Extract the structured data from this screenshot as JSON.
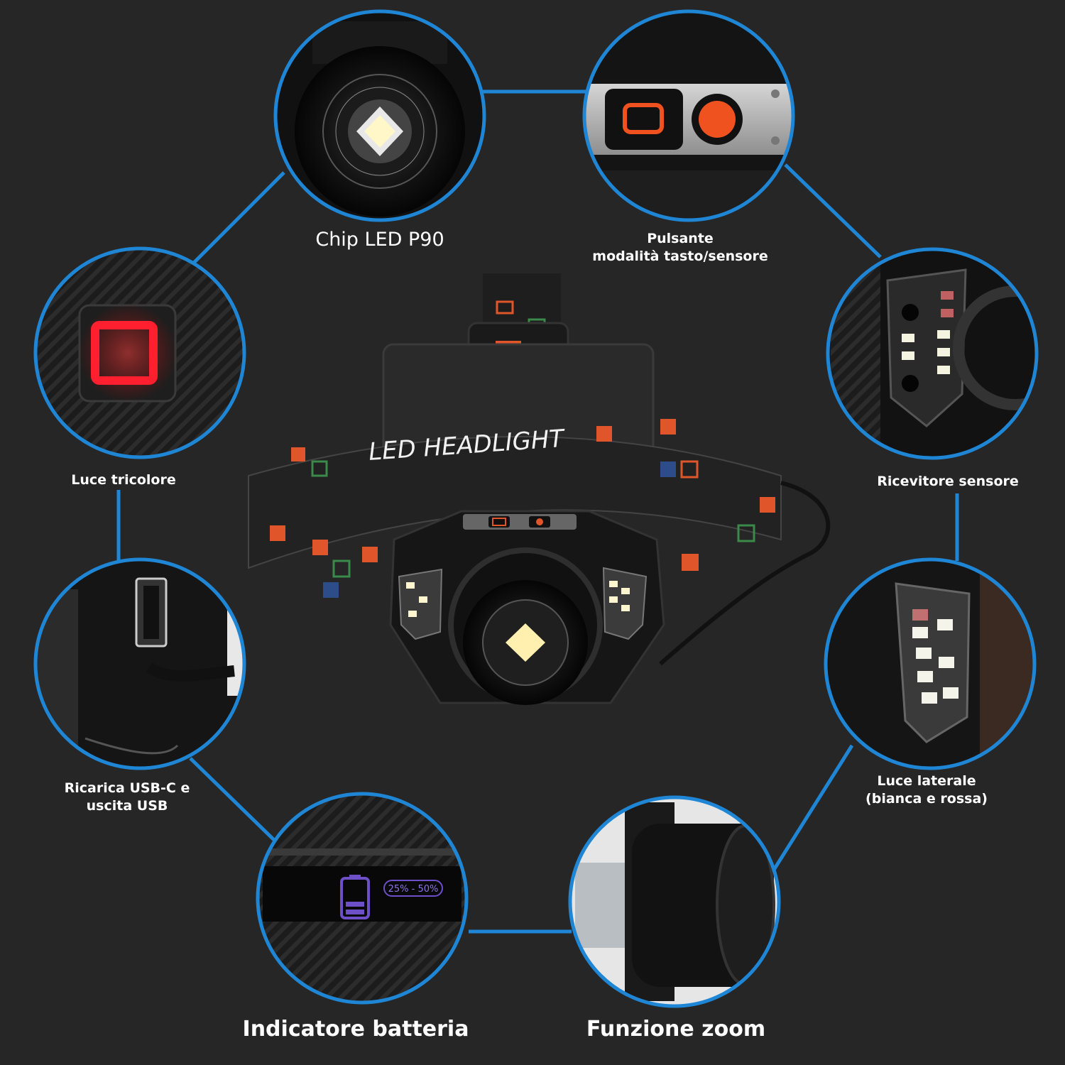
{
  "colors": {
    "background": "#262626",
    "ring": "#1f86d6",
    "connector": "#1f86d6",
    "strap_orange": "#e0552a",
    "red_ring": "#ff1f2e",
    "battery_purple": "#6d4fc7",
    "led_white": "#fff6d0"
  },
  "strap_print": "LED HEADLIGHT",
  "battery_range": "25% - 50%",
  "features": [
    {
      "id": "led-chip",
      "label": "Chip LED P90",
      "icon": "led-lens-icon"
    },
    {
      "id": "mode-button",
      "label_line1": "Pulsante",
      "label_line2": "modalità tasto/sensore",
      "icon": "button-panel-icon"
    },
    {
      "id": "sensor",
      "label": "Ricevitore sensore",
      "icon": "sensor-icon"
    },
    {
      "id": "side-light",
      "label_line1": "Luce laterale",
      "label_line2": "(bianca e rossa)",
      "icon": "side-light-icon"
    },
    {
      "id": "zoom",
      "label": "Funzione zoom",
      "icon": "zoom-icon"
    },
    {
      "id": "battery",
      "label": "Indicatore batteria",
      "icon": "battery-icon"
    },
    {
      "id": "usb",
      "label_line1": "Ricarica USB-C e",
      "label_line2": "uscita USB",
      "icon": "usb-port-icon"
    },
    {
      "id": "tricolor",
      "label": "Luce tricolore",
      "icon": "tricolor-light-icon"
    }
  ]
}
